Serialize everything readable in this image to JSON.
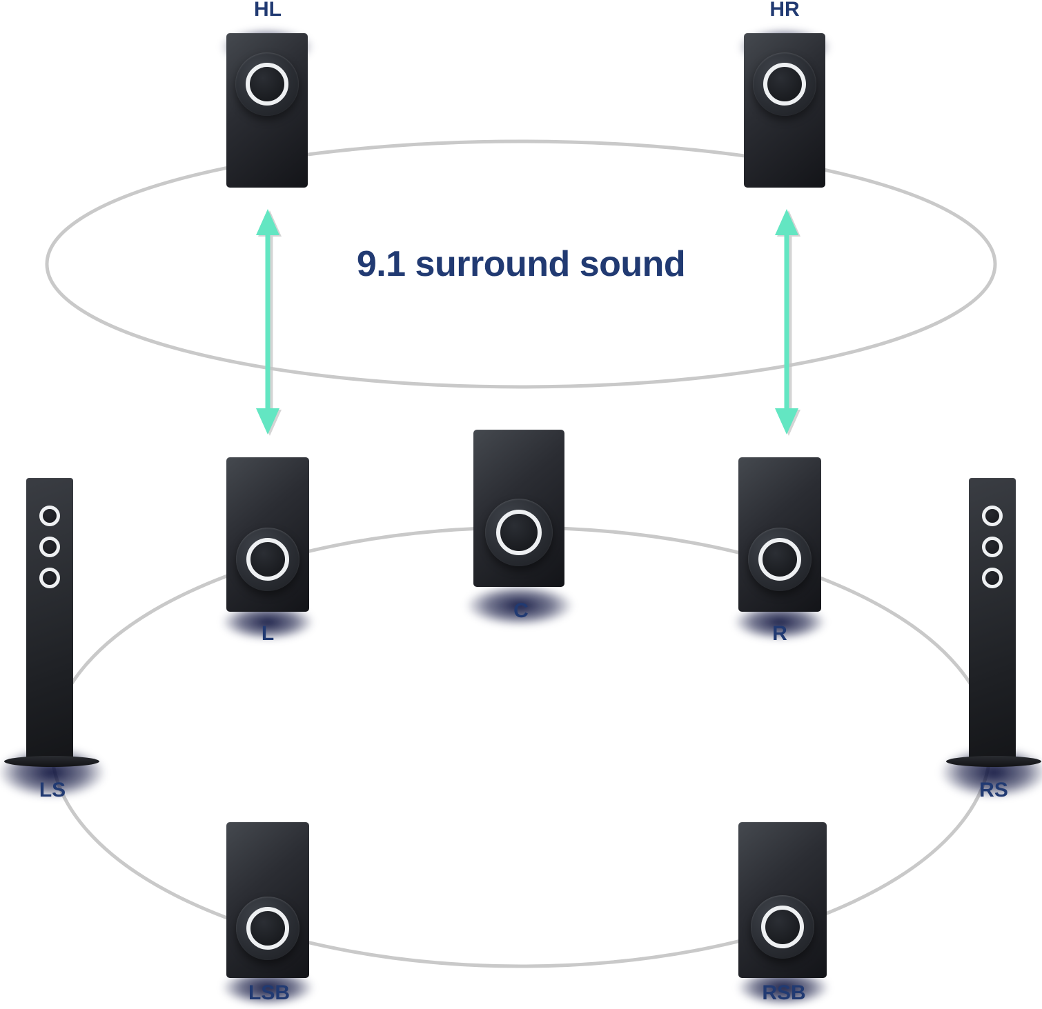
{
  "title": "9.1 surround sound",
  "speakers": {
    "hl": {
      "label": "HL"
    },
    "hr": {
      "label": "HR"
    },
    "l": {
      "label": "L"
    },
    "c": {
      "label": "C"
    },
    "r": {
      "label": "R"
    },
    "ls": {
      "label": "LS"
    },
    "rs": {
      "label": "RS"
    },
    "lsb": {
      "label": "LSB"
    },
    "rsb": {
      "label": "RSB"
    }
  },
  "colors": {
    "label_navy": "#213a72",
    "arrow_teal": "#63e6c2",
    "ring_gray": "#c9c9c9",
    "shadow_navy": "#090e3a",
    "background": "#ffffff"
  }
}
